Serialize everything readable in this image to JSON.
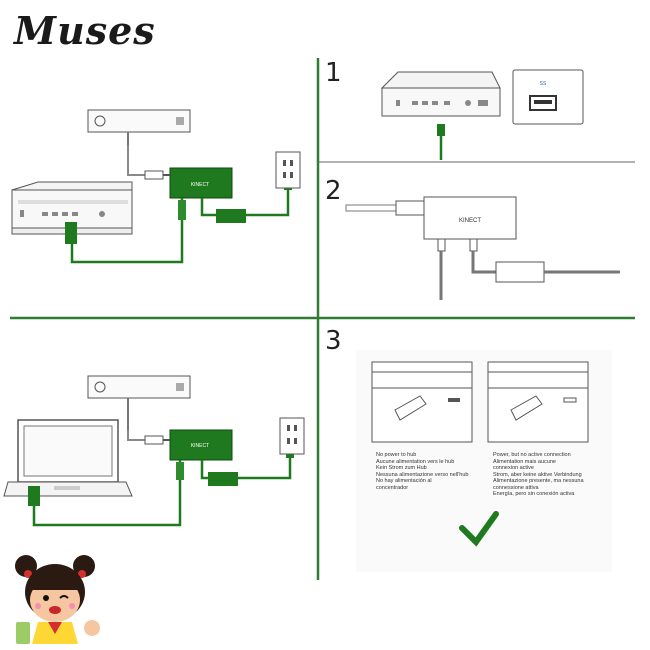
{
  "brand": "Muses",
  "steps": [
    "1",
    "2",
    "3"
  ],
  "adapter_label": "KINECT",
  "usb_label": "SS",
  "panel3": {
    "left_text": [
      "No power to hub",
      "Aucune alimentation vers le hub",
      "Kein Strom zum Hub",
      "Nessuna alimentazione verso nell'hub",
      "No hay alimentación al",
      "concentrador"
    ],
    "right_text": [
      "Power, but no active connection",
      "Alimentation mais aucune",
      "connexion active",
      "Strom, aber keine aktive Verbindung",
      "Alimentazione presente, ma nessuna",
      "connessione attiva",
      "Energía, pero sin conexión activa"
    ]
  },
  "colors": {
    "accent": "#1f7a1f",
    "line": "#3a8a3a",
    "ink": "#444444"
  },
  "icons": [
    "kinect-sensor-icon",
    "xbox-console-icon",
    "laptop-icon",
    "wall-outlet-icon",
    "kinect-adapter-icon",
    "checkmark-icon",
    "mascot-icon"
  ]
}
